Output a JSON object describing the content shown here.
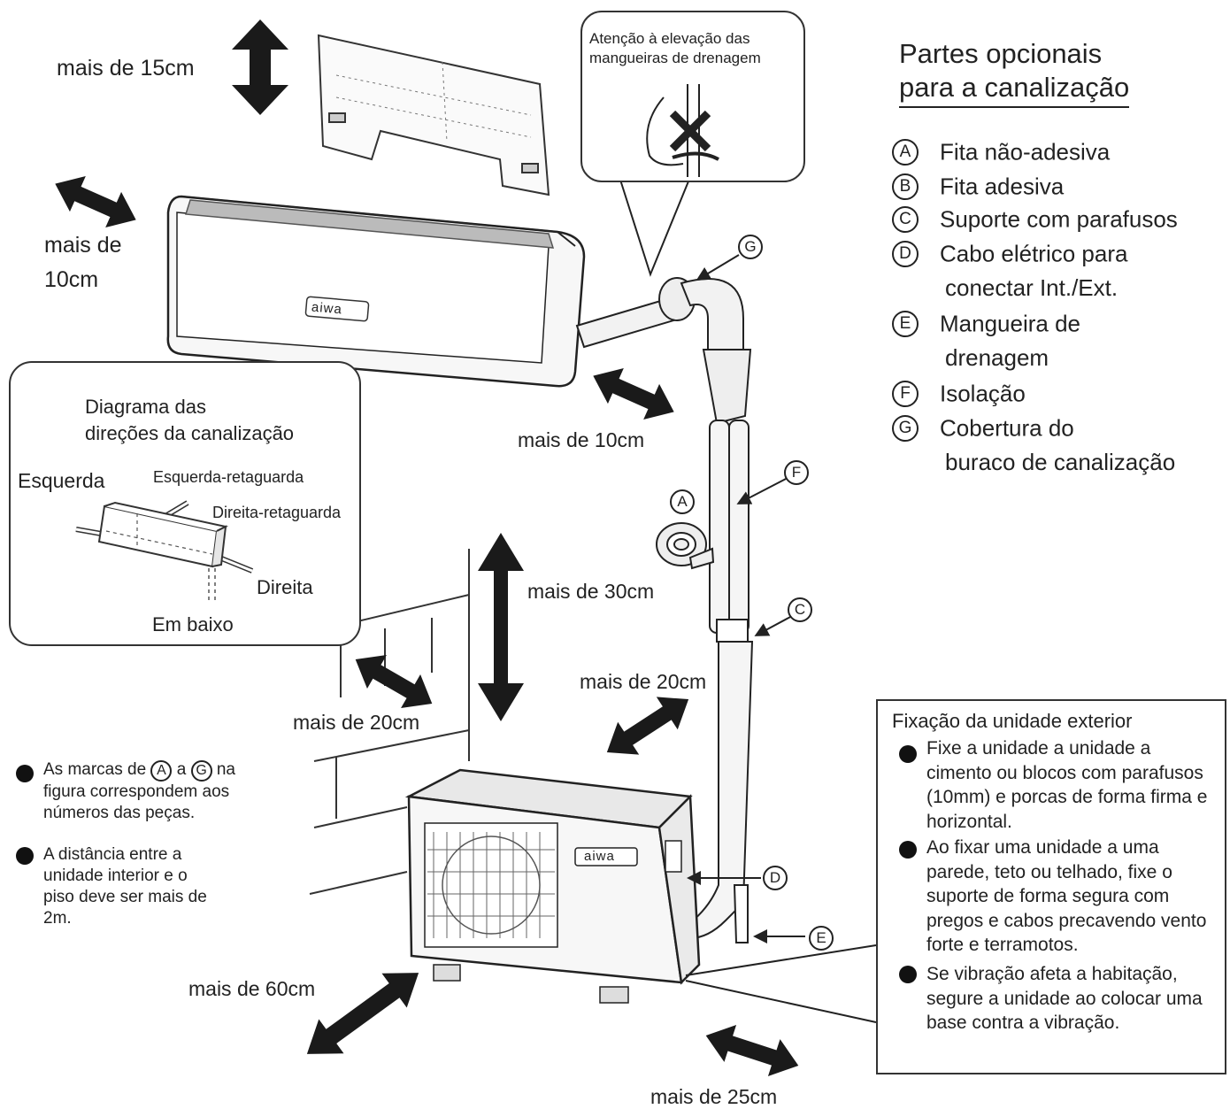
{
  "clearances": {
    "top": "mais de 15cm",
    "left_line1": "mais de",
    "left_line2": "10cm",
    "right_indoor": "mais de 10cm",
    "above_outdoor": "mais de 30cm",
    "outdoor_left": "mais de 20cm",
    "outdoor_right": "mais de 20cm",
    "outdoor_front": "mais de 60cm",
    "outdoor_back": "mais de 25cm"
  },
  "drain_callout": {
    "line1": "Atenção à elevação das",
    "line2": "mangueiras de drenagem"
  },
  "pipe_diagram": {
    "title_line1": "Diagrama das",
    "title_line2": "direções da canalização",
    "left": "Esquerda",
    "left_rear": "Esquerda-retaguarda",
    "right_rear": "Direita-retaguarda",
    "right": "Direita",
    "bottom": "Em baixo"
  },
  "brand": "aiwa",
  "legend": {
    "title_line1": "Partes opcionais",
    "title_line2": "para a canalização",
    "items": [
      {
        "letter": "A",
        "line1": "Fita não-adesiva",
        "line2": ""
      },
      {
        "letter": "B",
        "line1": "Fita adesiva",
        "line2": ""
      },
      {
        "letter": "C",
        "line1": "Suporte com parafusos",
        "line2": ""
      },
      {
        "letter": "D",
        "line1": "Cabo elétrico para",
        "line2": "conectar Int./Ext."
      },
      {
        "letter": "E",
        "line1": "Mangueira de",
        "line2": "drenagem"
      },
      {
        "letter": "F",
        "line1": "Isolação",
        "line2": ""
      },
      {
        "letter": "G",
        "line1": "Cobertura do",
        "line2": "buraco de canalização"
      }
    ]
  },
  "part_markers": [
    "A",
    "C",
    "D",
    "E",
    "F",
    "G"
  ],
  "notes": {
    "marks_pre": "As marcas de",
    "marks_a": "A",
    "marks_mid": "a",
    "marks_g": "G",
    "marks_post": "na",
    "marks_line2": "figura correspondem aos",
    "marks_line3": "números das peças.",
    "distance_line1": "A distância entre a",
    "distance_line2": "unidade interior e o",
    "distance_line3": "piso deve ser mais de",
    "distance_line4": "2m."
  },
  "fixation": {
    "title": "Fixação da unidade exterior",
    "items": [
      "Fixe a unidade a unidade a cimento ou blocos com parafusos (10mm) e porcas de forma firma e horizontal.",
      "Ao fixar uma unidade a uma parede, teto ou telhado, fixe o suporte de forma segura com pregos e cabos precavendo vento forte e terramotos.",
      "Se vibração afeta a habitação, segure a unidade ao colocar uma base contra a vibração."
    ]
  },
  "colors": {
    "ink": "#222222",
    "arrow": "#1a1a1a",
    "unit_fill": "#f4f4f4"
  }
}
